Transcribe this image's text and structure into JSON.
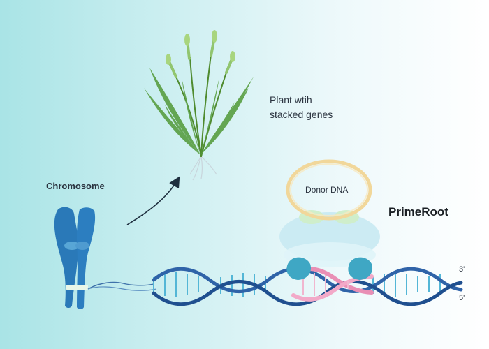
{
  "labels": {
    "plant": [
      "Plant wtih",
      "stacked genes"
    ],
    "chromosome": "Chromosome",
    "donor_dna": "Donor DNA",
    "primeroot": "PrimeRoot",
    "end_3": "3'",
    "end_5": "5'"
  },
  "colors": {
    "background_left": "#a9e4e6",
    "background_right": "#ffffff",
    "chromosome": "#2a79b8",
    "dna_strand_back": "#2f63a8",
    "dna_strand_front": "#1f4f8f",
    "dna_rungs": "#53b6d6",
    "edited_region": "#e98fb5",
    "donor_ring": "#f1d79a",
    "editor_protein": "#c9eaf2",
    "editor_anchor": "#3fa7c4",
    "plant_leaves": "#4f9a3a"
  },
  "icons": {
    "arrow": "curved-arrow-icon",
    "plant": "plant-icon",
    "chromosome": "chromosome-icon"
  }
}
